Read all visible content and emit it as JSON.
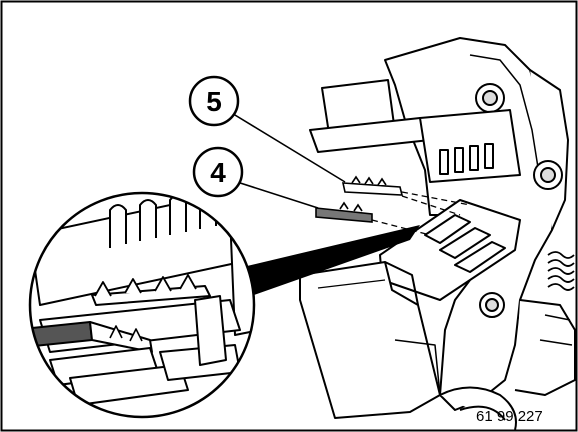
{
  "figure": {
    "reference_number": "61 99 227",
    "callouts": [
      {
        "label": "5"
      },
      {
        "label": "4"
      }
    ],
    "colors": {
      "ink": "#000000",
      "paper": "#ffffff",
      "shade": "#555555"
    }
  }
}
